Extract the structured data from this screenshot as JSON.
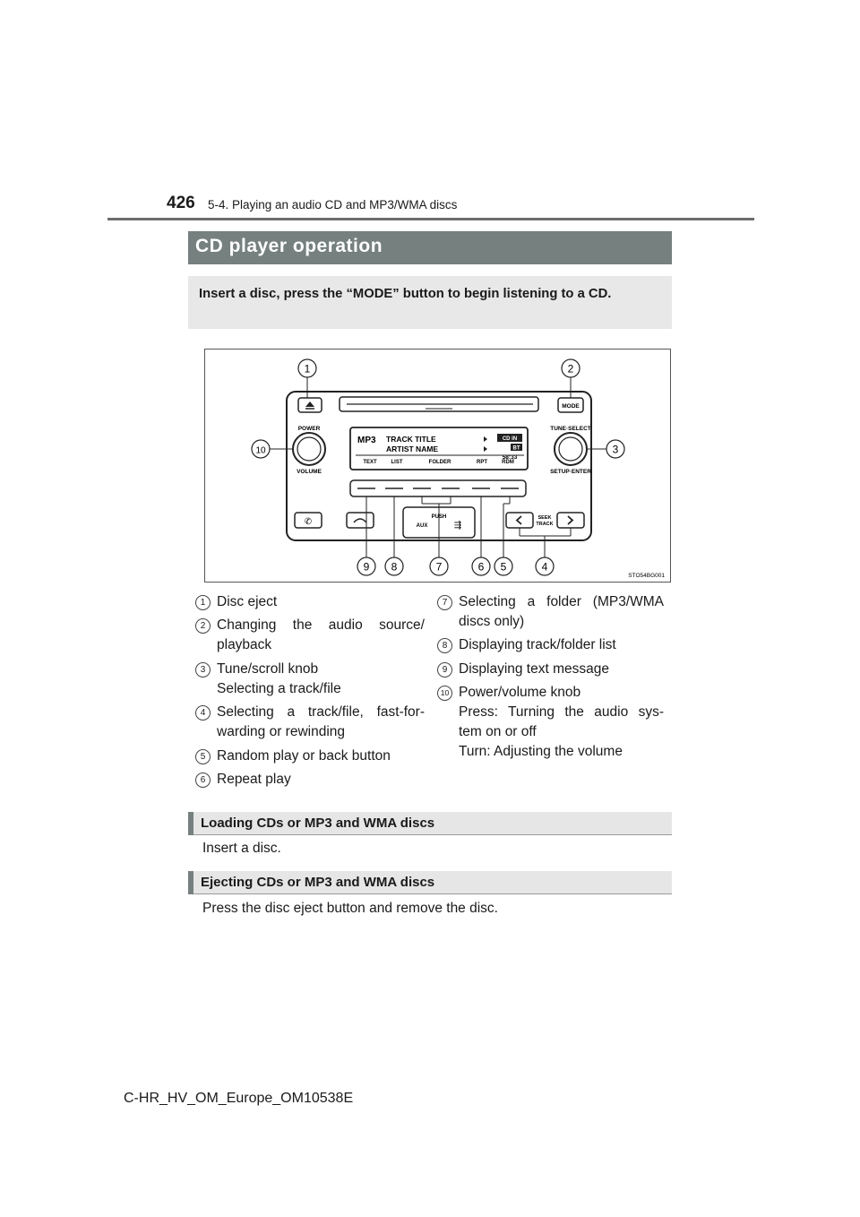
{
  "header": {
    "page_number": "426",
    "section": "5-4. Playing an audio CD and MP3/WMA discs"
  },
  "title": "CD player operation",
  "intro": "Insert a disc, press the “MODE” button to begin listening to a CD.",
  "diagram": {
    "code": "STO54BG001",
    "labels": {
      "power": "POWER",
      "volume": "VOLUME",
      "mode": "MODE",
      "tune_select": "TUNE·SELECT",
      "setup_enter": "SETUP·ENTER",
      "push": "PUSH",
      "aux": "AUX",
      "seek": "SEEK",
      "track": "TRACK",
      "mp3": "MP3",
      "track_title": "TRACK TITLE",
      "artist_name": "ARTIST NAME",
      "cd_in": "CD IN",
      "bt": "BT",
      "time": "58:33",
      "text": "TEXT",
      "list": "LIST",
      "folder": "FOLDER",
      "rpt": "RPT",
      "rdm": "RDM"
    },
    "callouts": [
      "1",
      "2",
      "3",
      "4",
      "5",
      "6",
      "7",
      "8",
      "9",
      "10"
    ]
  },
  "items_left": [
    {
      "num": "1",
      "lines": [
        "Disc eject"
      ]
    },
    {
      "num": "2",
      "lines": [
        "Changing the audio source/",
        "playback"
      ]
    },
    {
      "num": "3",
      "lines": [
        "Tune/scroll knob",
        "Selecting a track/file"
      ]
    },
    {
      "num": "4",
      "lines": [
        "Selecting a track/file, fast-for-",
        "warding or rewinding"
      ]
    },
    {
      "num": "5",
      "lines": [
        "Random play or back button"
      ]
    },
    {
      "num": "6",
      "lines": [
        "Repeat play"
      ]
    }
  ],
  "items_right": [
    {
      "num": "7",
      "lines": [
        "Selecting a folder (MP3/WMA",
        "discs only)"
      ]
    },
    {
      "num": "8",
      "lines": [
        "Displaying track/folder list"
      ]
    },
    {
      "num": "9",
      "lines": [
        "Displaying text message"
      ]
    },
    {
      "num": "10",
      "lines": [
        "Power/volume knob",
        "Press: Turning the audio sys-",
        "tem on or off",
        "Turn: Adjusting the volume"
      ]
    }
  ],
  "loading": {
    "heading": "Loading CDs or MP3 and WMA discs",
    "text": "Insert a disc."
  },
  "ejecting": {
    "heading": "Ejecting CDs or MP3 and WMA discs",
    "text": "Press the disc eject button and remove the disc."
  },
  "footer": "C-HR_HV_OM_Europe_OM10538E"
}
